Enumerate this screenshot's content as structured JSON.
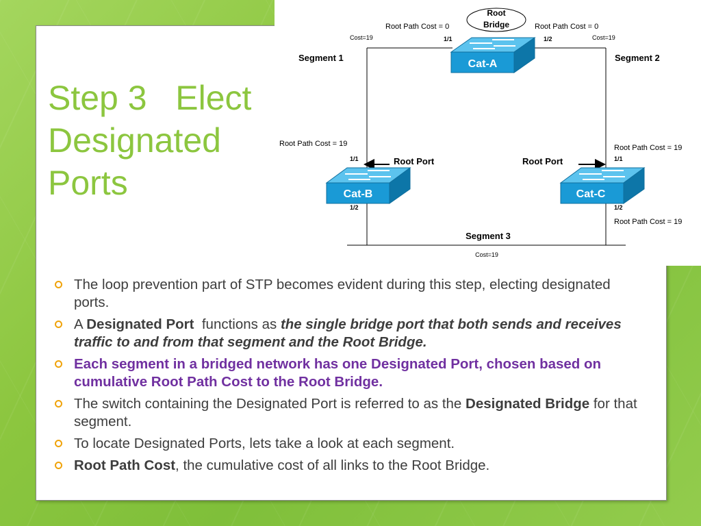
{
  "title": {
    "line1": "Step 3   Elect",
    "line2": "Designated",
    "line3": "Ports"
  },
  "diagram": {
    "root_bridge_label_line1": "Root",
    "root_bridge_label_line2": "Bridge",
    "root_path_cost_left_top": "Root Path Cost = 0",
    "root_path_cost_right_top": "Root Path Cost = 0",
    "cost_top_left": "Cost=19",
    "cost_top_right": "Cost=19",
    "cat_a_port_1": "1/1",
    "cat_a_port_2": "1/2",
    "cat_a_name": "Cat-A",
    "segment1": "Segment 1",
    "segment2": "Segment 2",
    "segment3": "Segment 3",
    "cat_b_root_path_cost": "Root Path Cost = 19",
    "cat_c_root_path_cost_top": "Root Path Cost = 19",
    "cat_c_root_path_cost_bottom": "Root Path Cost = 19",
    "cat_b_port_1": "1/1",
    "cat_b_port_2": "1/2",
    "cat_c_port_1": "1/1",
    "cat_c_port_2": "1/2",
    "cat_b_root_port": "Root Port",
    "cat_c_root_port": "Root Port",
    "cat_b_name": "Cat-B",
    "cat_c_name": "Cat-C",
    "cost_bottom": "Cost=19"
  },
  "bullets": {
    "b1": "The loop prevention part of STP becomes evident during this step, electing designated ports.",
    "b2_pre": "A ",
    "b2_bold": "Designated Port",
    "b2_mid": "  functions as ",
    "b2_bold_italic": "the single bridge port that both sends and receives traffic to and from that segment and the Root Bridge.",
    "b3": "Each segment in a bridged network has one Designated Port, chosen based on cumulative Root Path Cost to the Root Bridge.",
    "b4_pre": "The switch containing the Designated Port is referred to as the ",
    "b4_bold": "Designated Bridge",
    "b4_post": " for that segment.",
    "b5": "To locate Designated Ports, lets take a look at each segment.",
    "b6_bold": "Root Path Cost",
    "b6_post": ", the cumulative cost of all links to the Root Bridge."
  },
  "colors": {
    "title_green": "#8cc63f",
    "bullet_marker": "#f0a30a",
    "emphasis_purple": "#7030a0",
    "switch_blue": "#1a9ad6"
  }
}
